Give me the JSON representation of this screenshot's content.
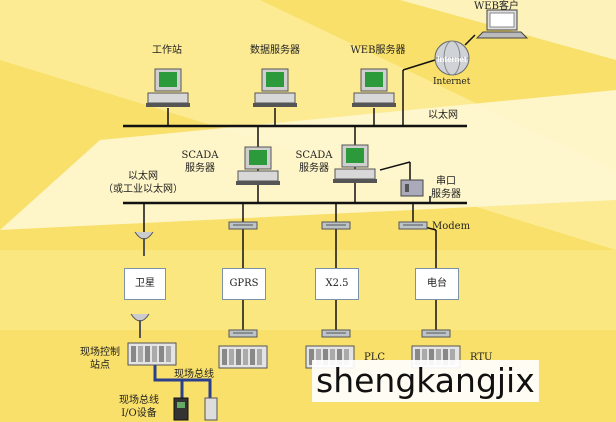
{
  "top_labels": {
    "web_client": "WEB客户",
    "internet": "Internet",
    "workstation": "工作站",
    "data_server": "数据服务器",
    "web_server": "WEB服务器",
    "ethernet_top": "以太网"
  },
  "middle_labels": {
    "scada1_l1": "SCADA",
    "scada1_l2": "服务器",
    "scada2_l1": "SCADA",
    "scada2_l2": "服务器",
    "serial_l1": "串口",
    "serial_l2": "服务器",
    "ethernet_l1": "以太网",
    "ethernet_l2": "（或工业以太网）",
    "modem": "Modem"
  },
  "channels": {
    "satellite": "卫星",
    "gprs": "GPRS",
    "x25": "X2.5",
    "radio": "电台"
  },
  "bottom_labels": {
    "field_ctrl_l1": "现场控制",
    "field_ctrl_l2": "站点",
    "fieldbus": "现场总线",
    "fieldbus_io_l1": "现场总线",
    "fieldbus_io_l2": "I/O设备",
    "plc": "PLC",
    "rtu": "RTU"
  },
  "watermark": "shengkangjix",
  "colors": {
    "bg_yellow": "#f9e06a",
    "bg_light": "#fdf3c2",
    "bus_line": "#111111",
    "fieldbus_line": "#2b3f8f",
    "screen_green": "#2c9a3a"
  }
}
